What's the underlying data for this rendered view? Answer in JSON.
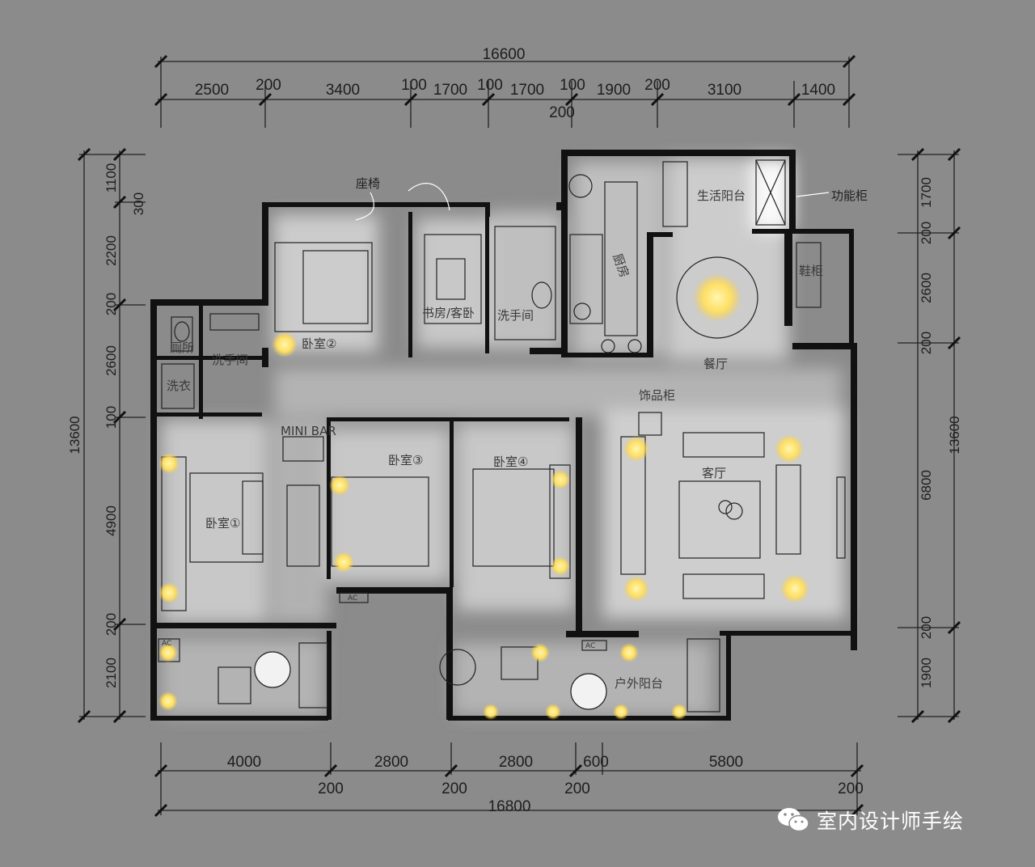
{
  "dimensions": {
    "top_total": "16600",
    "top": [
      "2500",
      "200",
      "3400",
      "100",
      "1700",
      "100",
      "1700",
      "100",
      "1900",
      "200",
      "3100",
      "1400"
    ],
    "top_sub": "200",
    "bottom": [
      "4000",
      "2800",
      "2800",
      "600",
      "5800"
    ],
    "bottom_sub": [
      "200",
      "200",
      "200",
      "200"
    ],
    "bottom_total": "16800",
    "left": [
      "1100",
      "300",
      "2200",
      "200",
      "2600",
      "100",
      "4900",
      "200",
      "2100"
    ],
    "left_total": "13600",
    "right": [
      "1700",
      "200",
      "2600",
      "200",
      "6800",
      "200",
      "1900"
    ],
    "right_total": "13600"
  },
  "rooms": {
    "bedroom2": "卧室②",
    "study": "书房/客卧",
    "bathroom": "洗手间",
    "kitchen": "厨房",
    "dining": "餐厅",
    "balcony_service": "生活阳台",
    "shoe_cabinet": "鞋柜",
    "bedroom1": "卧室①",
    "bedroom3": "卧室③",
    "bedroom4": "卧室④",
    "living": "客厅",
    "display_cabinet": "饰品柜",
    "outdoor": "户外阳台",
    "wash": "洗手间",
    "laundry": "洗衣",
    "corridor_wc": "厕所",
    "mini_bar": "MINI BAR"
  },
  "notes": {
    "seat": "座椅",
    "utility": "功能柜"
  },
  "ac_labels": [
    "AC",
    "AC",
    "AC"
  ],
  "watermark": {
    "text": "室内设计师手绘",
    "icon": "wechat-icon"
  },
  "colors": {
    "background": "#8b8b8b",
    "wall": "#111111",
    "light": "#ffe680"
  }
}
